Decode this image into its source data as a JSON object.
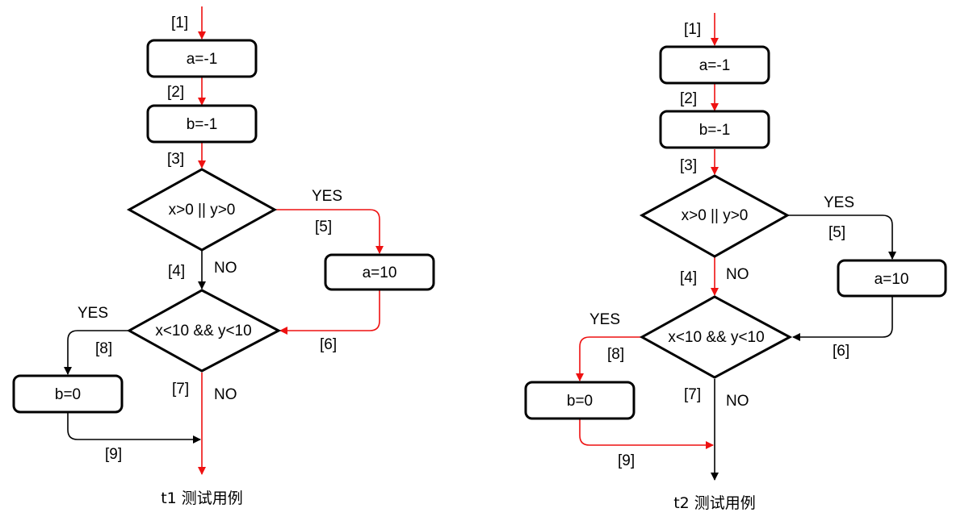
{
  "colors": {
    "path_highlight": "#ee1111",
    "normal_edge": "#000000"
  },
  "diagrams": [
    {
      "caption": "t1 测试用例",
      "nodes": {
        "n1": "a=-1",
        "n2": "b=-1",
        "d1": "x>0 || y>0",
        "n3": "a=10",
        "d2": "x<10 && y<10",
        "n4": "b=0"
      },
      "edge_labels": [
        "[1]",
        "[2]",
        "[3]",
        "[4]",
        "[5]",
        "[6]",
        "[7]",
        "[8]",
        "[9]"
      ],
      "branch_labels": {
        "d1_yes": "YES",
        "d1_no": "NO",
        "d2_yes": "YES",
        "d2_no": "NO"
      },
      "highlighted_edges": [
        "[1]",
        "[2]",
        "[3]",
        "[5]",
        "[6]",
        "[7]"
      ]
    },
    {
      "caption": "t2 测试用例",
      "nodes": {
        "n1": "a=-1",
        "n2": "b=-1",
        "d1": "x>0 || y>0",
        "n3": "a=10",
        "d2": "x<10 && y<10",
        "n4": "b=0"
      },
      "edge_labels": [
        "[1]",
        "[2]",
        "[3]",
        "[4]",
        "[5]",
        "[6]",
        "[7]",
        "[8]",
        "[9]"
      ],
      "branch_labels": {
        "d1_yes": "YES",
        "d1_no": "NO",
        "d2_yes": "YES",
        "d2_no": "NO"
      },
      "highlighted_edges": [
        "[1]",
        "[2]",
        "[3]",
        "[4]",
        "[8]",
        "[9]"
      ]
    }
  ]
}
